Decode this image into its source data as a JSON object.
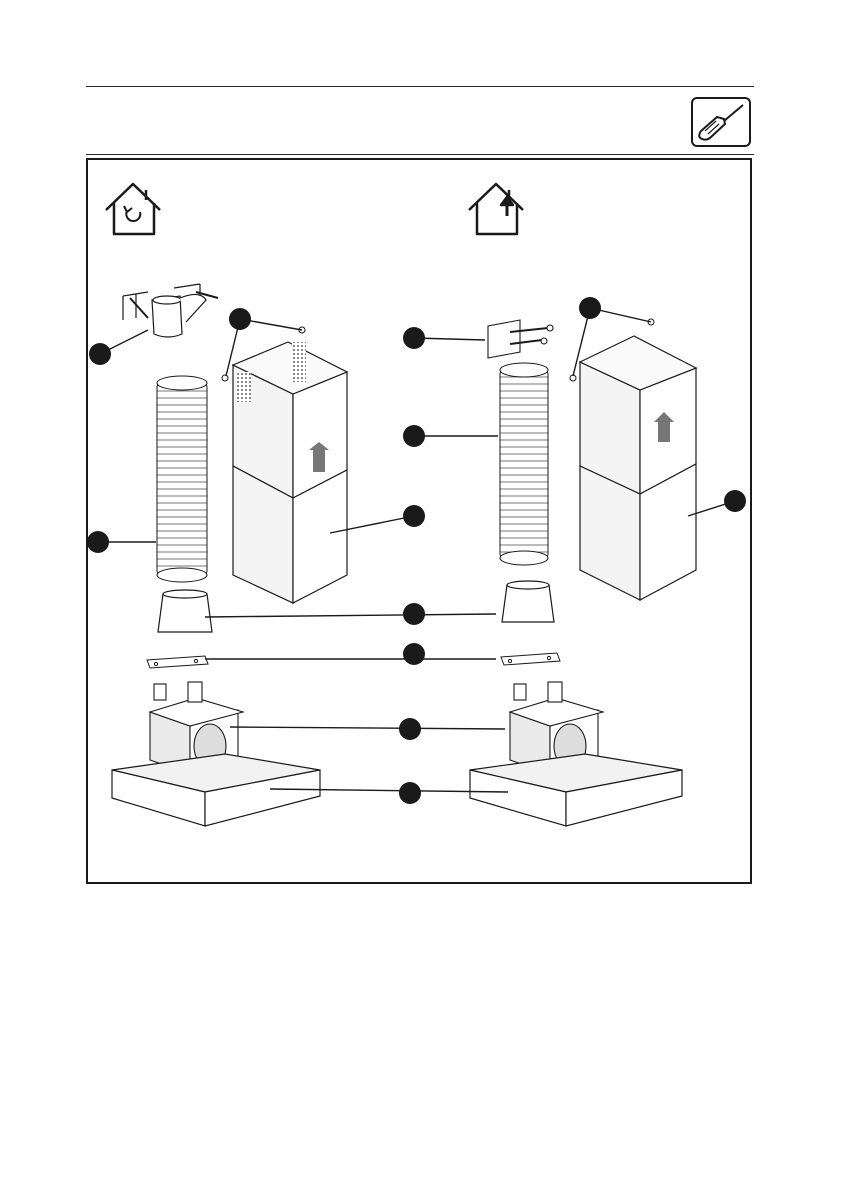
{
  "header": {
    "tool_icon": "screwdriver-icon"
  },
  "modes": [
    {
      "name": "recirculation",
      "icon": "house-recirculation-icon"
    },
    {
      "name": "extraction",
      "icon": "house-extraction-icon"
    }
  ],
  "callouts": {
    "count": 12,
    "marker_color": "#1a1a1a"
  },
  "colors": {
    "line": "#1a1a1a",
    "panel": "#f2f2f2",
    "panel_dark": "#d6d6d6"
  }
}
